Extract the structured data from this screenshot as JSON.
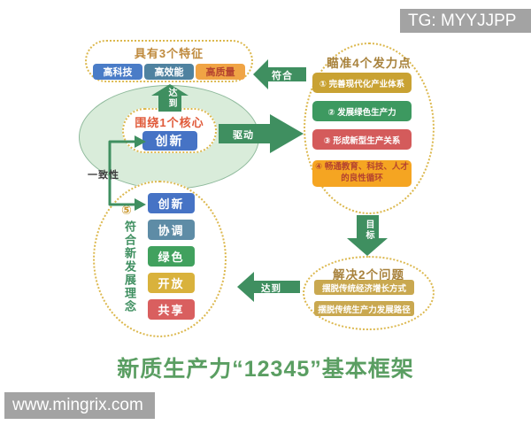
{
  "watermarks": {
    "top_right": "TG: MYYJJPP",
    "bottom_left": "www.mingrix.com"
  },
  "main_title": "新质生产力“12345”基本框架",
  "features": {
    "title": "具有3个特征",
    "items": [
      {
        "label": "高科技",
        "color": "#4a7cc7",
        "text_color": "#ffffff"
      },
      {
        "label": "高效能",
        "color": "#4f82a0",
        "text_color": "#ffffff"
      },
      {
        "label": "高质量",
        "color": "#f0a445",
        "text_color": "#b5432f"
      }
    ]
  },
  "core": {
    "title": "围绕1个核心",
    "item": "创新"
  },
  "focus_points": {
    "title": "瞄准4个发力点",
    "items": [
      {
        "label": "① 完善现代化产业体系",
        "color": "#c9a233",
        "text_color": "#ffffff"
      },
      {
        "label": "② 发展绿色生产力",
        "color": "#3d9960",
        "text_color": "#ffffff"
      },
      {
        "label": "③ 形成新型生产关系",
        "color": "#d45b5b",
        "text_color": "#ffffff"
      },
      {
        "label": "④ 畅通教育、科技、人才的良性循环",
        "color": "#f5a522",
        "text_color": "#b5432f"
      }
    ]
  },
  "problems": {
    "title": "解决2个问题",
    "items": [
      "摆脱传统经济增长方式",
      "摆脱传统生产力发展路径"
    ],
    "box_color": "#c9a850"
  },
  "principles": {
    "number": "⑤",
    "vertical_label": "符合新发展理念",
    "items": [
      {
        "label": "创新",
        "color": "#4673c5"
      },
      {
        "label": "协调",
        "color": "#5e8ca6"
      },
      {
        "label": "绿色",
        "color": "#41a15e"
      },
      {
        "label": "开放",
        "color": "#d9b23c"
      },
      {
        "label": "共享",
        "color": "#d95f5f"
      }
    ]
  },
  "arrows": {
    "reach_top": "达到",
    "conform": "符合",
    "drive": "驱动",
    "goal": "目标",
    "reach_bottom": "达到",
    "consistency": "一致性",
    "color": "#3f8f60"
  }
}
